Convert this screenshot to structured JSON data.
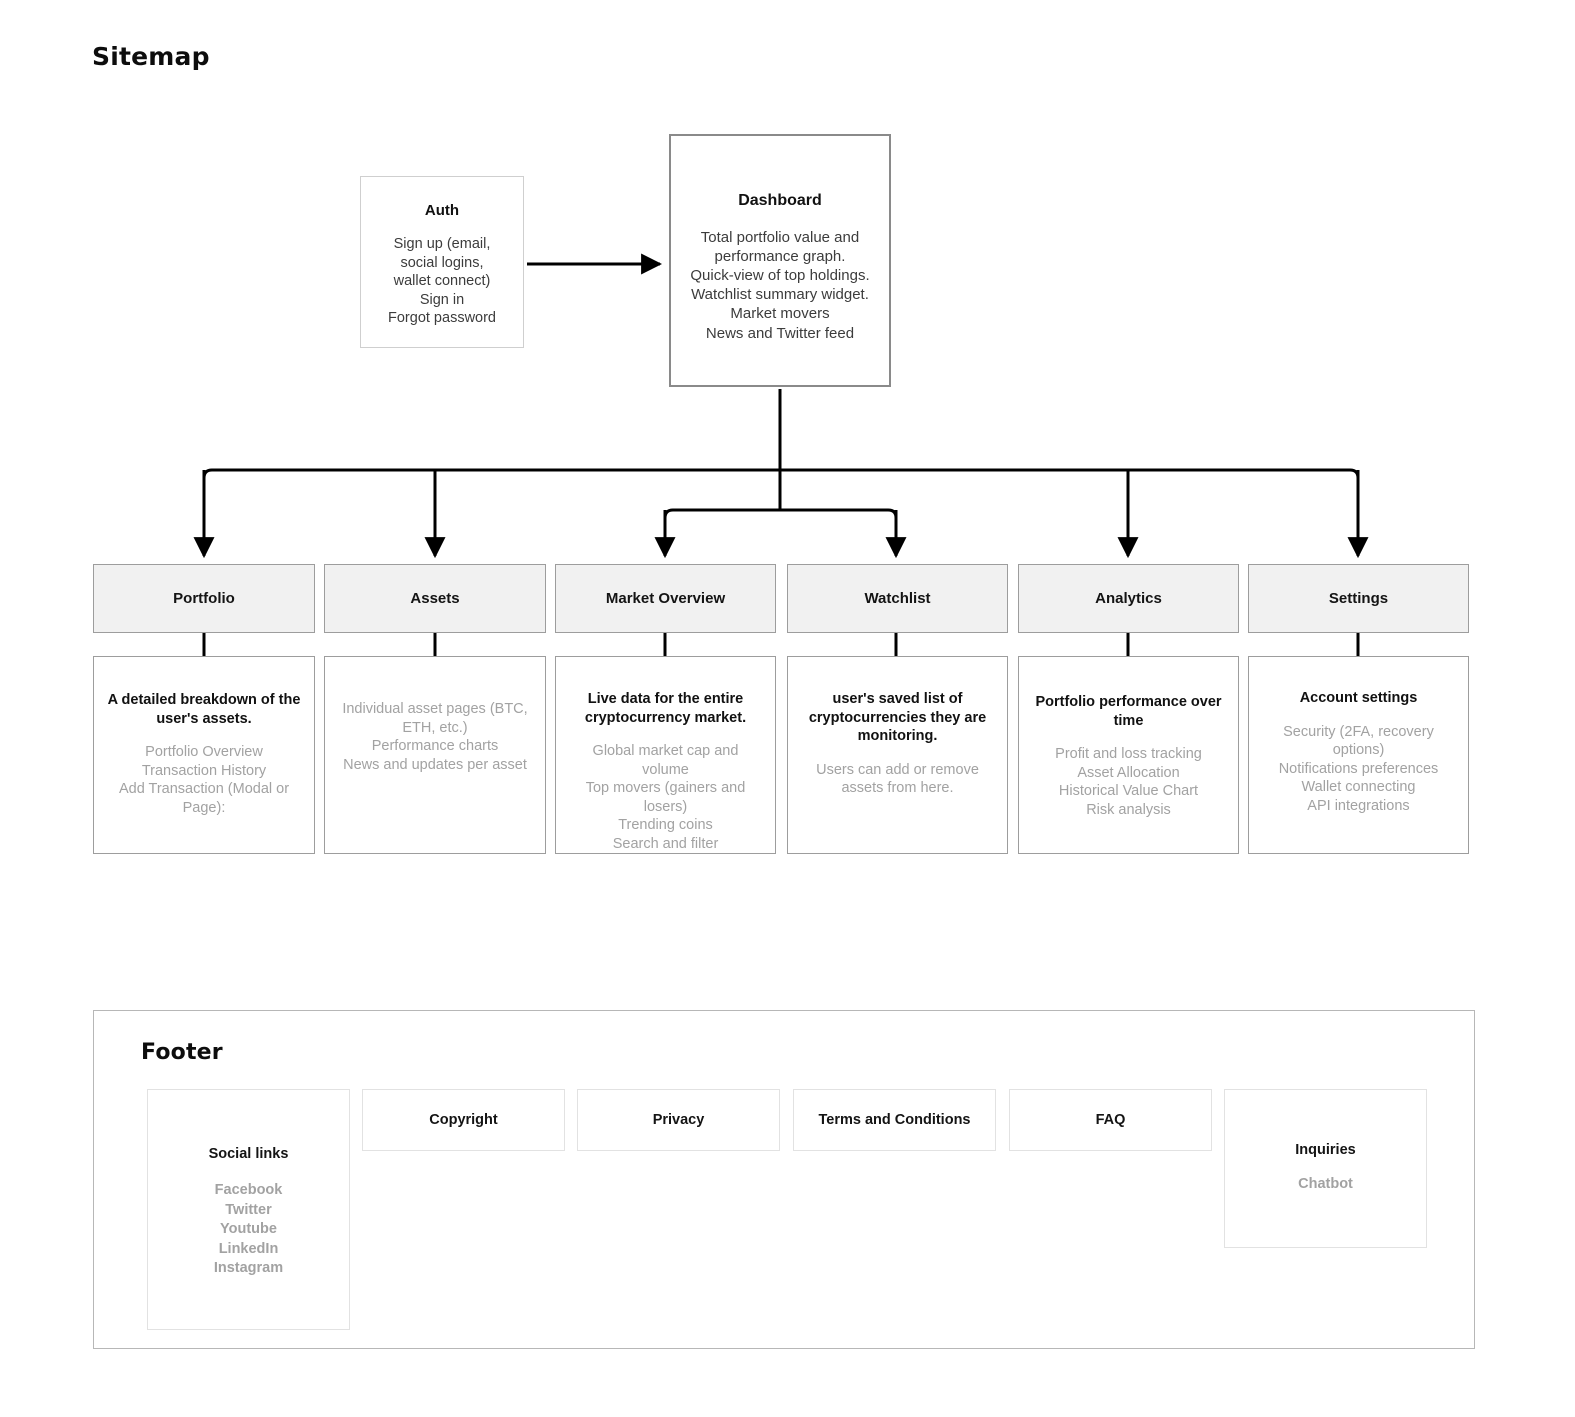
{
  "page": {
    "title": "Sitemap"
  },
  "auth": {
    "title": "Auth",
    "lines": [
      "Sign up (email,",
      "social logins,",
      "wallet connect)",
      "Sign in",
      "Forgot password"
    ]
  },
  "dashboard": {
    "title": "Dashboard",
    "lines": [
      "Total portfolio value and",
      "performance graph.",
      "Quick-view of top holdings.",
      "Watchlist summary widget.",
      "Market movers",
      "News and Twitter feed"
    ]
  },
  "sections": [
    {
      "id": "portfolio",
      "header": "Portfolio",
      "detail_title": "A detailed breakdown of the user's assets.",
      "detail_lines": [
        "Portfolio Overview",
        "Transaction History",
        "Add Transaction (Modal or",
        "Page):"
      ]
    },
    {
      "id": "assets",
      "header": "Assets",
      "detail_title": "",
      "detail_lines": [
        "Individual asset pages (BTC,",
        "ETH, etc.)",
        "Performance charts",
        "News and updates per asset"
      ]
    },
    {
      "id": "market-overview",
      "header": "Market Overview",
      "detail_title": "Live data for the entire cryptocurrency market.",
      "detail_lines": [
        "Global market cap and volume",
        "Top movers (gainers and",
        "losers)",
        "Trending coins",
        "Search and filter"
      ]
    },
    {
      "id": "watchlist",
      "header": "Watchlist",
      "detail_title": "user's saved list of cryptocurrencies they are monitoring.",
      "detail_lines": [
        "Users can add or remove",
        "assets from here."
      ]
    },
    {
      "id": "analytics",
      "header": "Analytics",
      "detail_title": "Portfolio performance over time",
      "detail_lines": [
        "Profit and loss tracking",
        "Asset Allocation",
        "Historical Value Chart",
        "Risk analysis"
      ]
    },
    {
      "id": "settings",
      "header": "Settings",
      "detail_title": "Account settings",
      "detail_lines": [
        "Security (2FA, recovery",
        "options)",
        "Notifications preferences",
        "Wallet connecting",
        "API integrations"
      ]
    }
  ],
  "footer": {
    "title": "Footer",
    "social": {
      "label": "Social links",
      "links": [
        "Facebook",
        "Twitter",
        "Youtube",
        "LinkedIn",
        "Instagram"
      ]
    },
    "links": [
      {
        "id": "copyright",
        "label": "Copyright"
      },
      {
        "id": "privacy",
        "label": "Privacy"
      },
      {
        "id": "terms",
        "label": "Terms and Conditions"
      },
      {
        "id": "faq",
        "label": "FAQ"
      }
    ],
    "inquiries": {
      "label": "Inquiries",
      "item": "Chatbot"
    }
  },
  "colors": {
    "connector": "#000000",
    "header_fill": "#f1f1f1",
    "box_border": "#9d9d9d",
    "muted_text": "#a2a2a2",
    "emphasis_border": "#8a8a8a"
  }
}
